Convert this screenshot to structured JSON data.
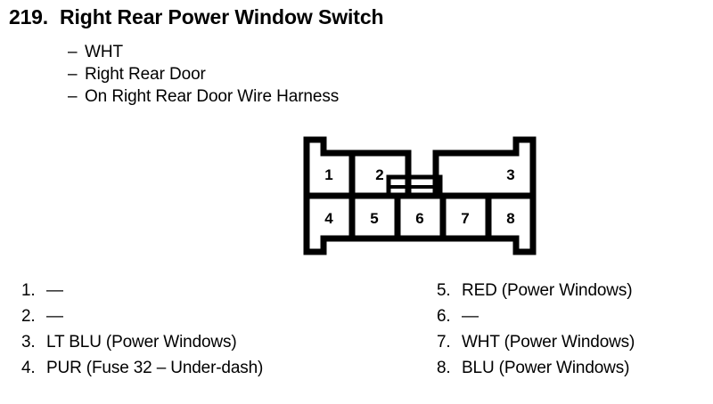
{
  "header": {
    "number": "219.",
    "title": "Right Rear Power Window Switch",
    "bullets": [
      {
        "dash": "–",
        "label": "WHT"
      },
      {
        "dash": "–",
        "label": "Right Rear Door"
      },
      {
        "dash": "–",
        "label": "On Right Rear Door Wire Harness"
      }
    ]
  },
  "connector": {
    "name": "8-pin connector face view",
    "latch_label": "",
    "top_row": [
      "1",
      "2",
      "3"
    ],
    "bottom_row": [
      "4",
      "5",
      "6",
      "7",
      "8"
    ]
  },
  "legend": {
    "left": [
      {
        "idx": "1.",
        "value": "—"
      },
      {
        "idx": "2.",
        "value": "—"
      },
      {
        "idx": "3.",
        "value": "LT BLU (Power Windows)"
      },
      {
        "idx": "4.",
        "value": "PUR (Fuse 32 – Under-dash)"
      }
    ],
    "right": [
      {
        "idx": "5.",
        "value": "RED (Power Windows)"
      },
      {
        "idx": "6.",
        "value": "—"
      },
      {
        "idx": "7.",
        "value": "WHT (Power Windows)"
      },
      {
        "idx": "8.",
        "value": "BLU (Power Windows)"
      }
    ]
  },
  "colors": {
    "ink": "#000000",
    "paper": "#ffffff"
  }
}
